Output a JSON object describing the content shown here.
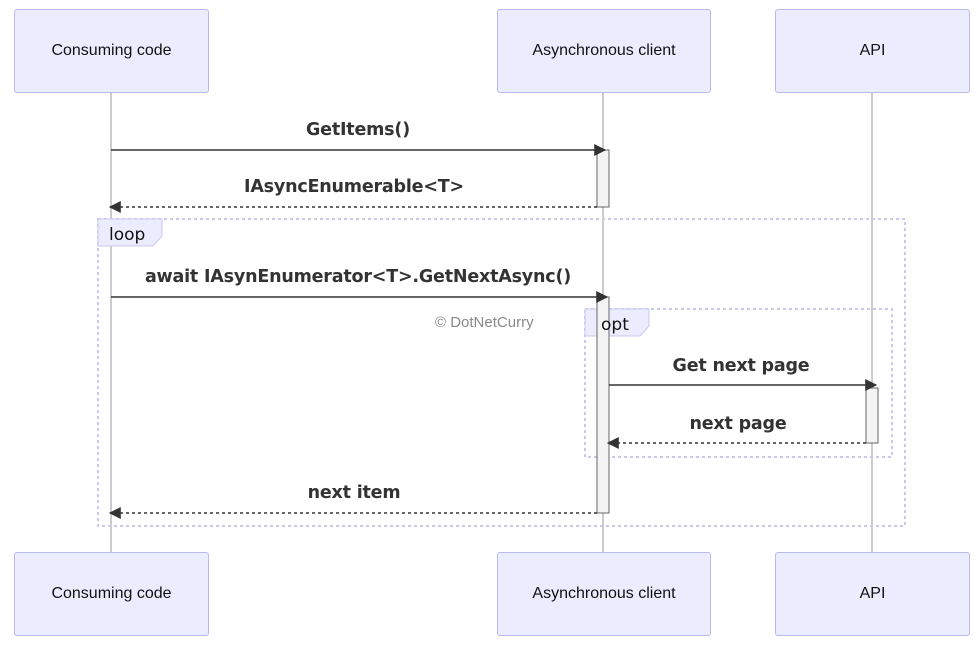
{
  "actors": {
    "consumer": "Consuming code",
    "client": "Asynchronous client",
    "api": "API"
  },
  "messages": {
    "m1": "GetItems()",
    "m2": "IAsyncEnumerable<T>",
    "m3": "await IAsynEnumerator<T>.GetNextAsync()",
    "m4": "Get next page",
    "m5": "next page",
    "m6": "next item"
  },
  "frames": {
    "loop": "loop",
    "opt": "opt"
  },
  "watermark": "© DotNetCurry",
  "colors": {
    "actor_fill": "#ececff",
    "actor_border": "#b9b9f2",
    "lifeline": "#999999",
    "arrow": "#333333",
    "frame_border": "#c9c9ee",
    "activation_fill": "#f4f4f4"
  }
}
